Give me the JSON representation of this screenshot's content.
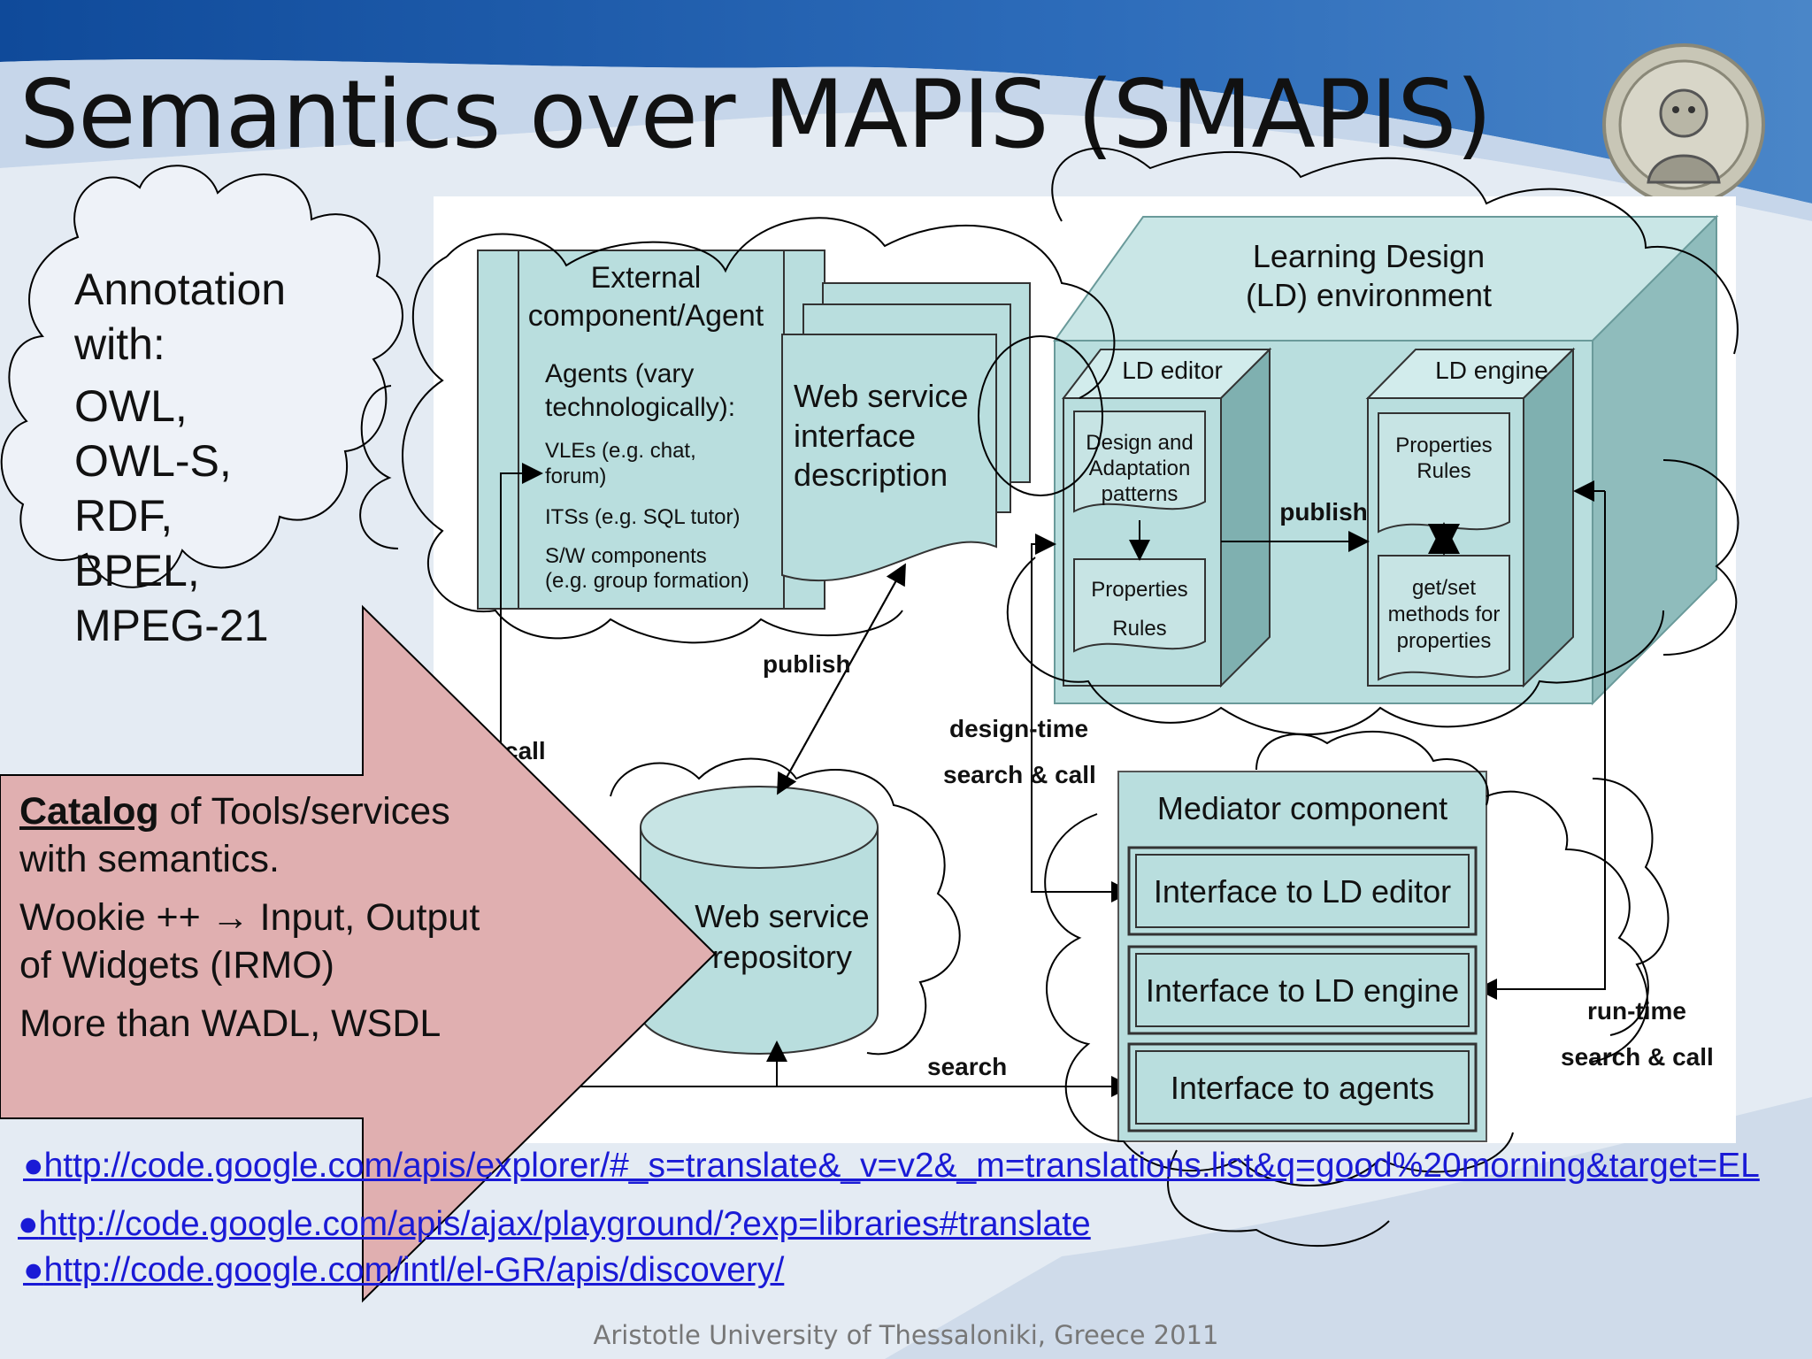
{
  "slide": {
    "title": "Semantics over MAPIS (SMAPIS)",
    "footer": "Aristotle University of Thessaloniki, Greece 2011"
  },
  "annotation_cloud": {
    "heading": "Annotation with:",
    "items": [
      "OWL,",
      "OWL-S,",
      "RDF,",
      "BPEL,",
      "MPEG-21"
    ]
  },
  "catalog_box": {
    "bold_word": "Catalog",
    "line1_rest": " of Tools/services",
    "line2": "with semantics.",
    "line3": "Wookie ++ → Input, Output",
    "line4": "of Widgets (IRMO)",
    "line5": "More than WADL, WSDL"
  },
  "diagram": {
    "external_title_1": "External",
    "external_title_2": "component/Agent",
    "agents_1": "Agents (vary",
    "agents_2": "technologically):",
    "vles_1": "VLEs (e.g. chat,",
    "vles_2": "forum)",
    "its": "ITSs (e.g. SQL tutor)",
    "sw_1": "S/W components",
    "sw_2": "(e.g. group formation)",
    "wsid_1": "Web service",
    "wsid_2": "interface",
    "wsid_3": "description",
    "ld_env_1": "Learning Design",
    "ld_env_2": "(LD) environment",
    "ld_editor": "LD editor",
    "ld_engine": "LD engine",
    "design_1": "Design and",
    "design_2": "Adaptation",
    "design_3": "patterns",
    "props_ed_1": "Properties",
    "props_ed_2": "Rules",
    "props_en_1": "Properties",
    "props_en_2": "Rules",
    "getset_1": "get/set",
    "getset_2": "methods for",
    "getset_3": "properties",
    "publish_ld": "publish",
    "publish_ws": "publish",
    "call": "call",
    "design_time_1": "design-time",
    "design_time_2": "search & call",
    "run_time_1": "run-time",
    "run_time_2": "search & call",
    "search": "search",
    "repo_1": "Web service",
    "repo_2": "repository",
    "mediator": "Mediator component",
    "iface_editor": "Interface to LD editor",
    "iface_engine": "Interface to LD engine",
    "iface_agents": "Interface to agents"
  },
  "links": [
    {
      "bullet": "●",
      "url": "http://code.google.com/apis/explorer/#_s=translate&_v=v2&_m=translations.list&q=good%20morning&target=EL"
    },
    {
      "bullet": "●",
      "url": "http://code.google.com/apis/ajax/playground/?exp=libraries#translate"
    },
    {
      "bullet": "●",
      "url": "http://code.google.com/intl/el-GR/apis/discovery/"
    }
  ],
  "colors": {
    "box_fill": "#b9dede",
    "box_dark": "#92c6c6",
    "arrow_fill": "#e0afb0",
    "link": "#1a1ad6",
    "banner": "#1f58a4"
  }
}
